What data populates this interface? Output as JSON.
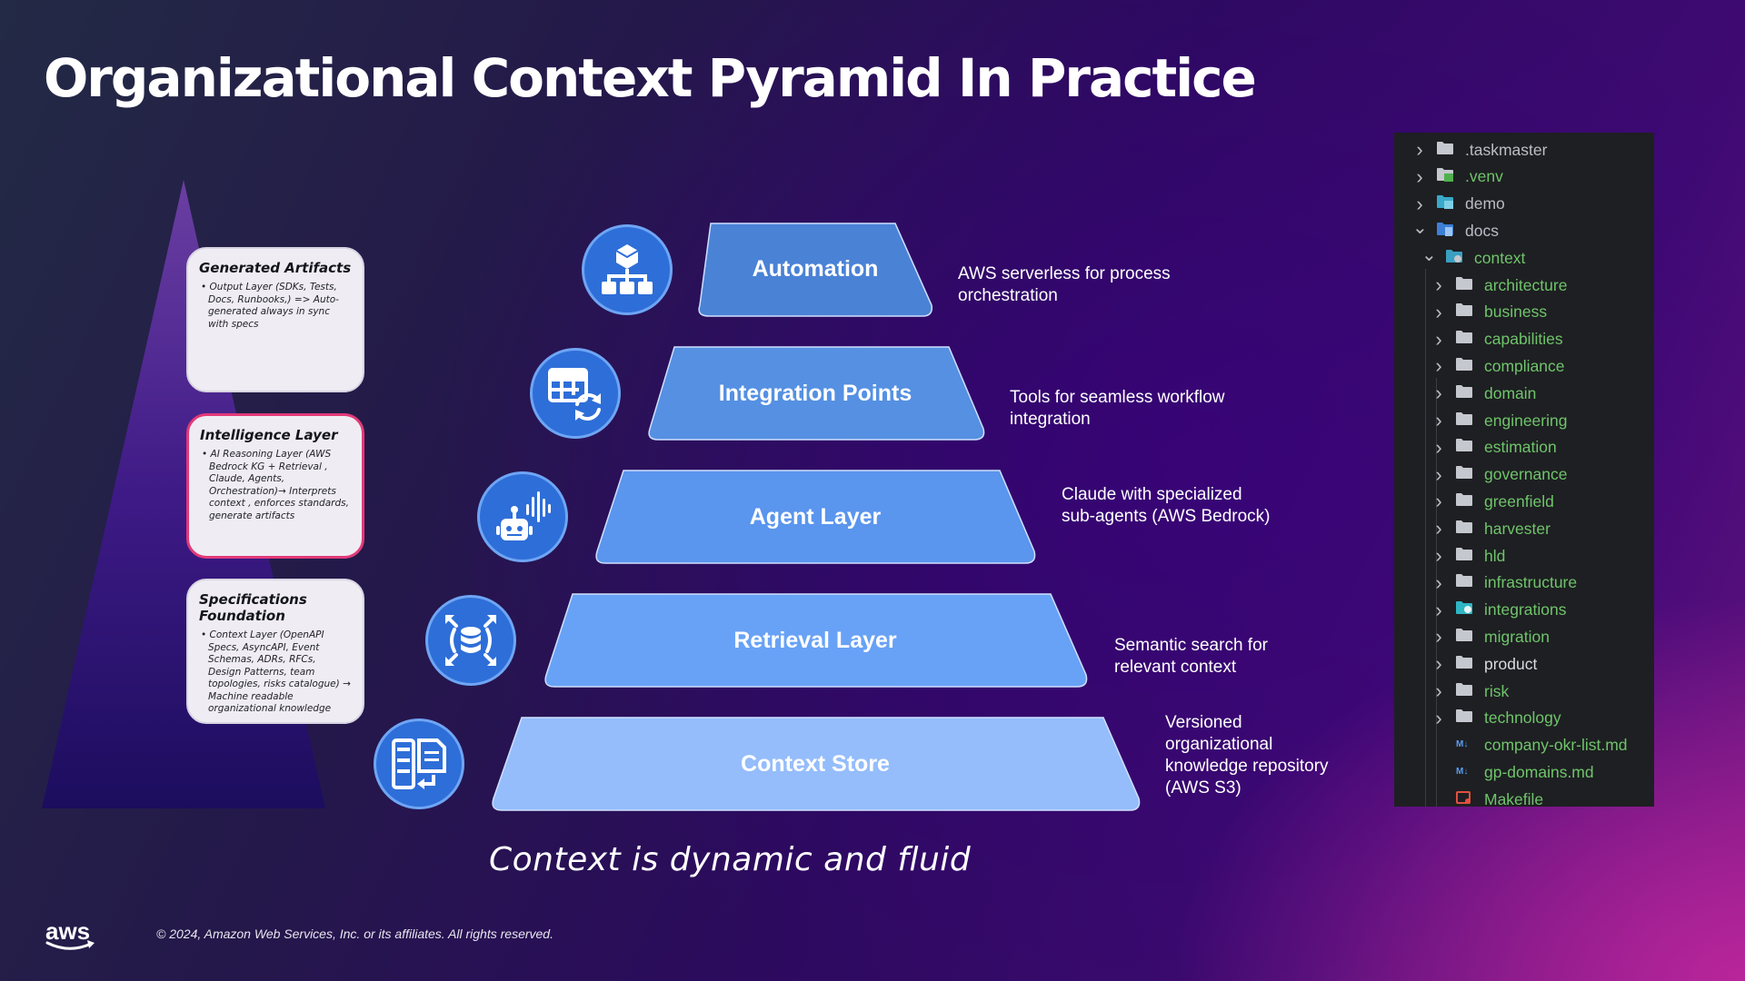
{
  "title": "Organizational Context Pyramid In Practice",
  "cards": [
    {
      "heading": "Generated Artifacts",
      "body": "• Output Layer (SDKs, Tests, Docs, Runbooks,) => Auto-generated always in sync with specs"
    },
    {
      "heading": "Intelligence Layer",
      "body": "• AI Reasoning Layer (AWS Bedrock KG + Retrieval , Claude, Agents, Orchestration)→ Interprets context , enforces standards, generate artifacts"
    },
    {
      "heading": "Specifications Foundation",
      "body": "• Context Layer (OpenAPI Specs, AsyncAPI, Event Schemas, ADRs, RFCs, Design Patterns, team topologies, risks catalogue) → Machine readable organizational knowledge"
    }
  ],
  "layers": [
    {
      "label": "Automation",
      "note": "AWS serverless for process orchestration",
      "icon": "hierarchy-icon",
      "color": "#4a82d6"
    },
    {
      "label": "Integration Points",
      "note": "Tools for seamless workflow integration",
      "icon": "table-sync-icon",
      "color": "#5590e2"
    },
    {
      "label": "Agent Layer",
      "note": "Claude with specialized sub-agents (AWS Bedrock)",
      "icon": "robot-voice-icon",
      "color": "#5a95ee"
    },
    {
      "label": "Retrieval Layer",
      "note": "Semantic search for relevant context",
      "icon": "database-expand-icon",
      "color": "#68a2f6"
    },
    {
      "label": "Context Store",
      "note": "Versioned organizational knowledge repository (AWS S3)",
      "icon": "document-store-icon",
      "color": "#95bdfb"
    }
  ],
  "tagline": "Context is dynamic and fluid",
  "footer": "© 2024, Amazon Web Services, Inc. or its affiliates. All rights reserved.",
  "logo_text": "aws",
  "file_tree": [
    {
      "name": ".taskmaster",
      "depth": 0,
      "chevron": "right",
      "kind": "folder",
      "color": "#bcbec4"
    },
    {
      "name": ".venv",
      "depth": 0,
      "chevron": "right",
      "kind": "folder-venv",
      "color": "#6fc46b"
    },
    {
      "name": "demo",
      "depth": 0,
      "chevron": "right",
      "kind": "folder-module",
      "color": "#b9bcc6"
    },
    {
      "name": "docs",
      "depth": 0,
      "chevron": "down",
      "kind": "folder-docs",
      "color": "#b9bcc6"
    },
    {
      "name": "context",
      "depth": 1,
      "chevron": "down",
      "kind": "folder-context",
      "color": "#6fc46b"
    },
    {
      "name": "architecture",
      "depth": 2,
      "chevron": "right",
      "kind": "folder",
      "color": "#6fc46b"
    },
    {
      "name": "business",
      "depth": 2,
      "chevron": "right",
      "kind": "folder",
      "color": "#6fc46b"
    },
    {
      "name": "capabilities",
      "depth": 2,
      "chevron": "right",
      "kind": "folder",
      "color": "#6fc46b"
    },
    {
      "name": "compliance",
      "depth": 2,
      "chevron": "right",
      "kind": "folder",
      "color": "#6fc46b"
    },
    {
      "name": "domain",
      "depth": 2,
      "chevron": "right",
      "kind": "folder",
      "color": "#6fc46b"
    },
    {
      "name": "engineering",
      "depth": 2,
      "chevron": "right",
      "kind": "folder",
      "color": "#6fc46b"
    },
    {
      "name": "estimation",
      "depth": 2,
      "chevron": "right",
      "kind": "folder",
      "color": "#6fc46b"
    },
    {
      "name": "governance",
      "depth": 2,
      "chevron": "right",
      "kind": "folder",
      "color": "#6fc46b"
    },
    {
      "name": "greenfield",
      "depth": 2,
      "chevron": "right",
      "kind": "folder",
      "color": "#6fc46b"
    },
    {
      "name": "harvester",
      "depth": 2,
      "chevron": "right",
      "kind": "folder",
      "color": "#6fc46b"
    },
    {
      "name": "hld",
      "depth": 2,
      "chevron": "right",
      "kind": "folder",
      "color": "#6fc46b"
    },
    {
      "name": "infrastructure",
      "depth": 2,
      "chevron": "right",
      "kind": "folder",
      "color": "#6fc46b"
    },
    {
      "name": "integrations",
      "depth": 2,
      "chevron": "right",
      "kind": "folder-integrations",
      "color": "#6fc46b"
    },
    {
      "name": "migration",
      "depth": 2,
      "chevron": "right",
      "kind": "folder",
      "color": "#6fc46b"
    },
    {
      "name": "product",
      "depth": 2,
      "chevron": "right",
      "kind": "folder",
      "color": "#d8dae0"
    },
    {
      "name": "risk",
      "depth": 2,
      "chevron": "right",
      "kind": "folder",
      "color": "#6fc46b"
    },
    {
      "name": "technology",
      "depth": 2,
      "chevron": "right",
      "kind": "folder",
      "color": "#6fc46b"
    },
    {
      "name": "company-okr-list.md",
      "depth": 2,
      "chevron": "none",
      "kind": "markdown",
      "color": "#6fc46b"
    },
    {
      "name": "gp-domains.md",
      "depth": 2,
      "chevron": "none",
      "kind": "markdown",
      "color": "#6fc46b"
    },
    {
      "name": "Makefile",
      "depth": 2,
      "chevron": "none",
      "kind": "makefile",
      "color": "#6fc46b"
    }
  ]
}
